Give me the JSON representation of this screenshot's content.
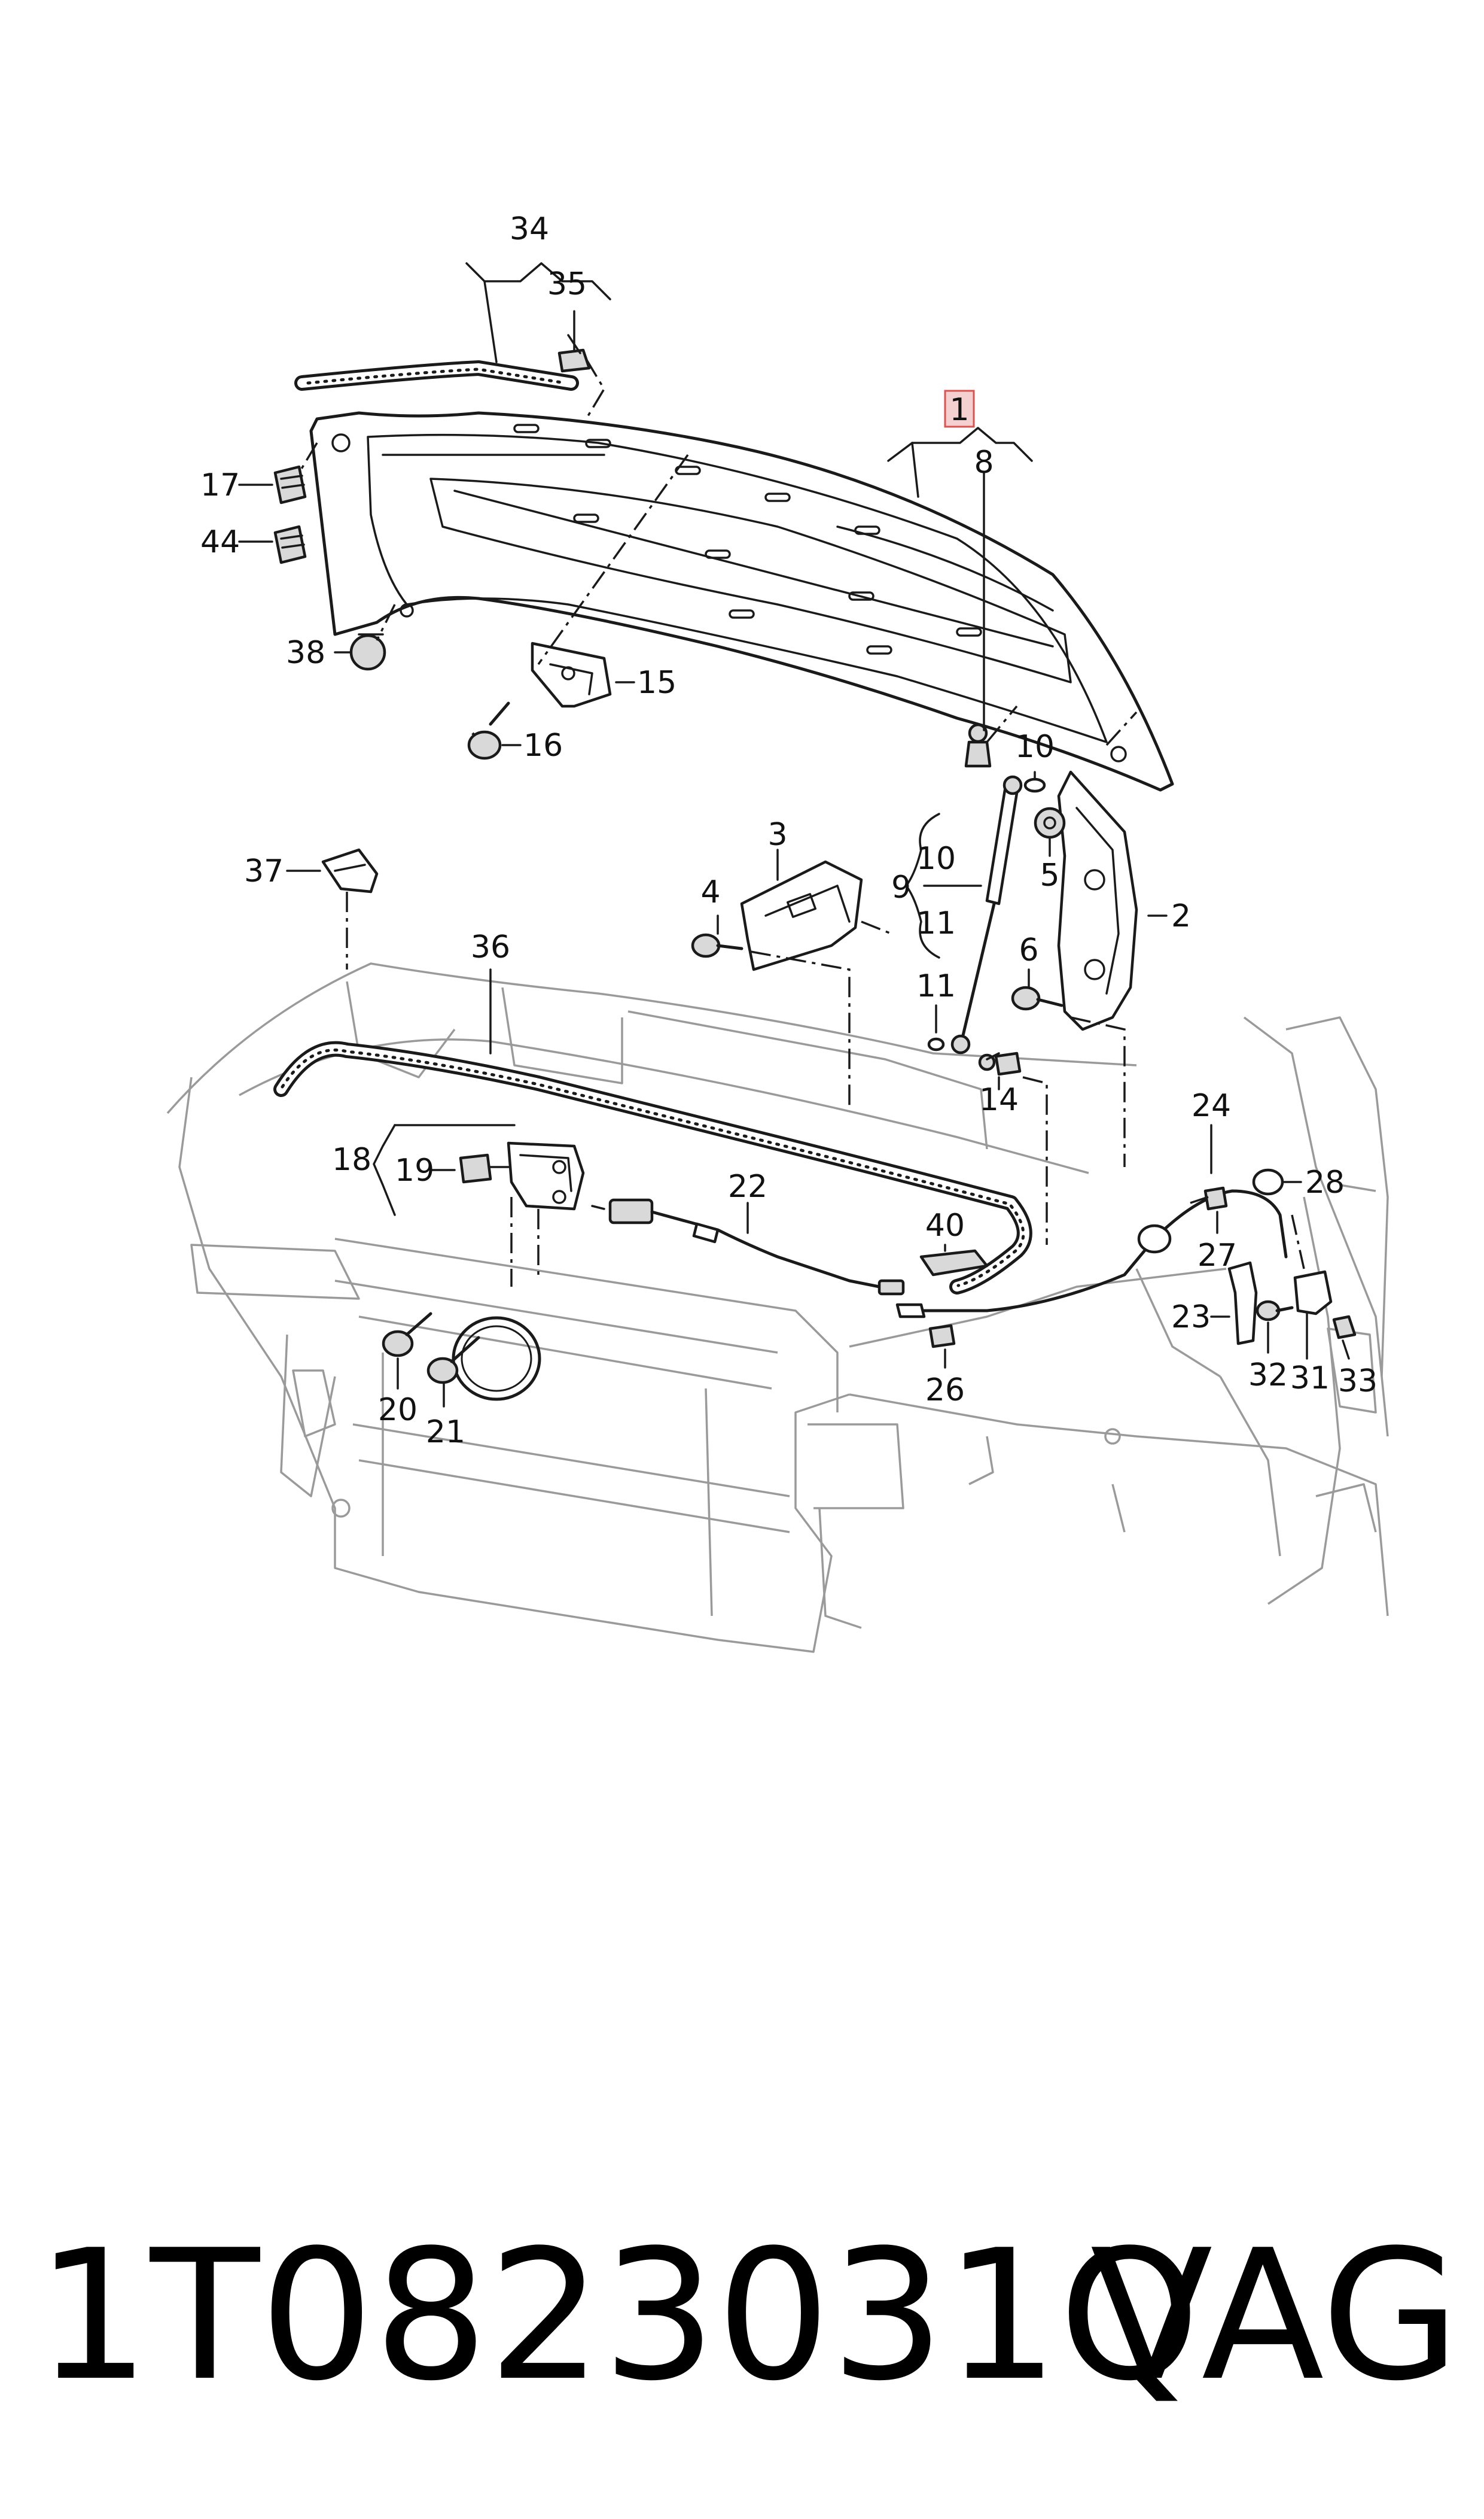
{
  "callouts": {
    "c1": "1",
    "c2": "2",
    "c3": "3",
    "c4": "4",
    "c5": "5",
    "c6": "6",
    "c8": "8",
    "c9": "9",
    "c10a": "10",
    "c10b": "10",
    "c11a": "11",
    "c11b": "11",
    "c14": "14",
    "c15": "15",
    "c16": "16",
    "c17": "17",
    "c18": "18",
    "c19": "19",
    "c20": "20",
    "c21": "21",
    "c22": "22",
    "c23": "23",
    "c24": "24",
    "c26": "26",
    "c27": "27",
    "c28": "28",
    "c31": "31",
    "c32": "32",
    "c33": "33",
    "c34": "34",
    "c35": "35",
    "c36": "36",
    "c37": "37",
    "c38": "38",
    "c40": "40",
    "c44": "44"
  },
  "highlight_color": "#d9534f",
  "footer": {
    "part_number": "1T0823031Q",
    "brand": "VAG"
  }
}
